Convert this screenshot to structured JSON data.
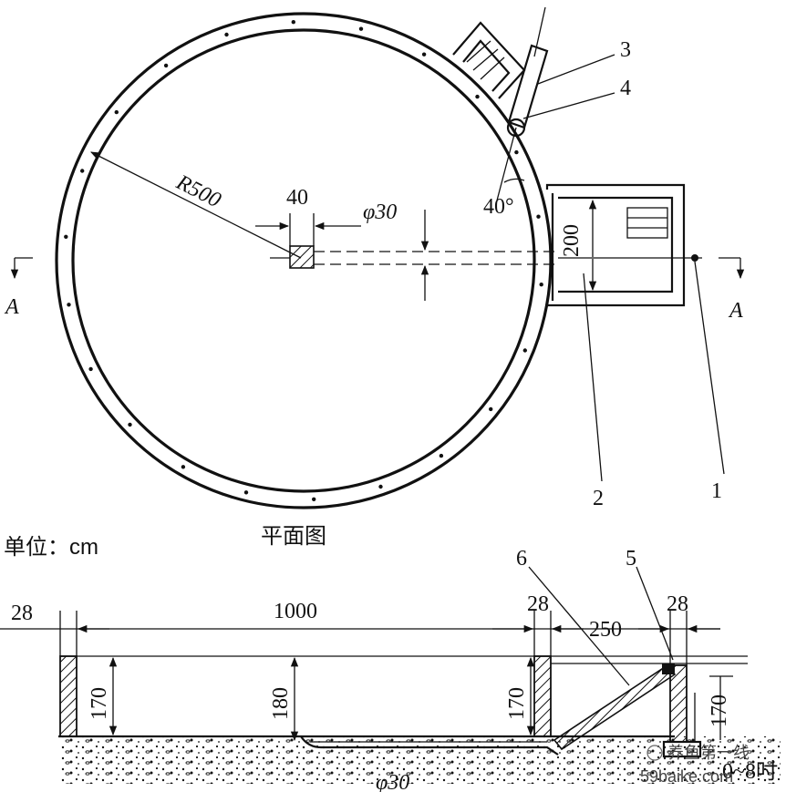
{
  "plan": {
    "title": "平面图",
    "unit_label": "单位：cm",
    "radius_label": "R500",
    "grate_dim": "40",
    "pipe_dim": "φ30",
    "annex_dim": "200",
    "angle_label": "40°",
    "section_mark": "A",
    "callouts": [
      "1",
      "2",
      "3",
      "4"
    ]
  },
  "section": {
    "top_dims": [
      "28",
      "1000",
      "28",
      "250",
      "28"
    ],
    "vert_dims": [
      "170",
      "180",
      "170",
      "170"
    ],
    "pipe_dim": "φ30",
    "callouts": [
      "5",
      "6"
    ],
    "tail_text": "0~8吋"
  },
  "watermark": {
    "text": "养鱼第一线",
    "url": "59baike.com"
  }
}
